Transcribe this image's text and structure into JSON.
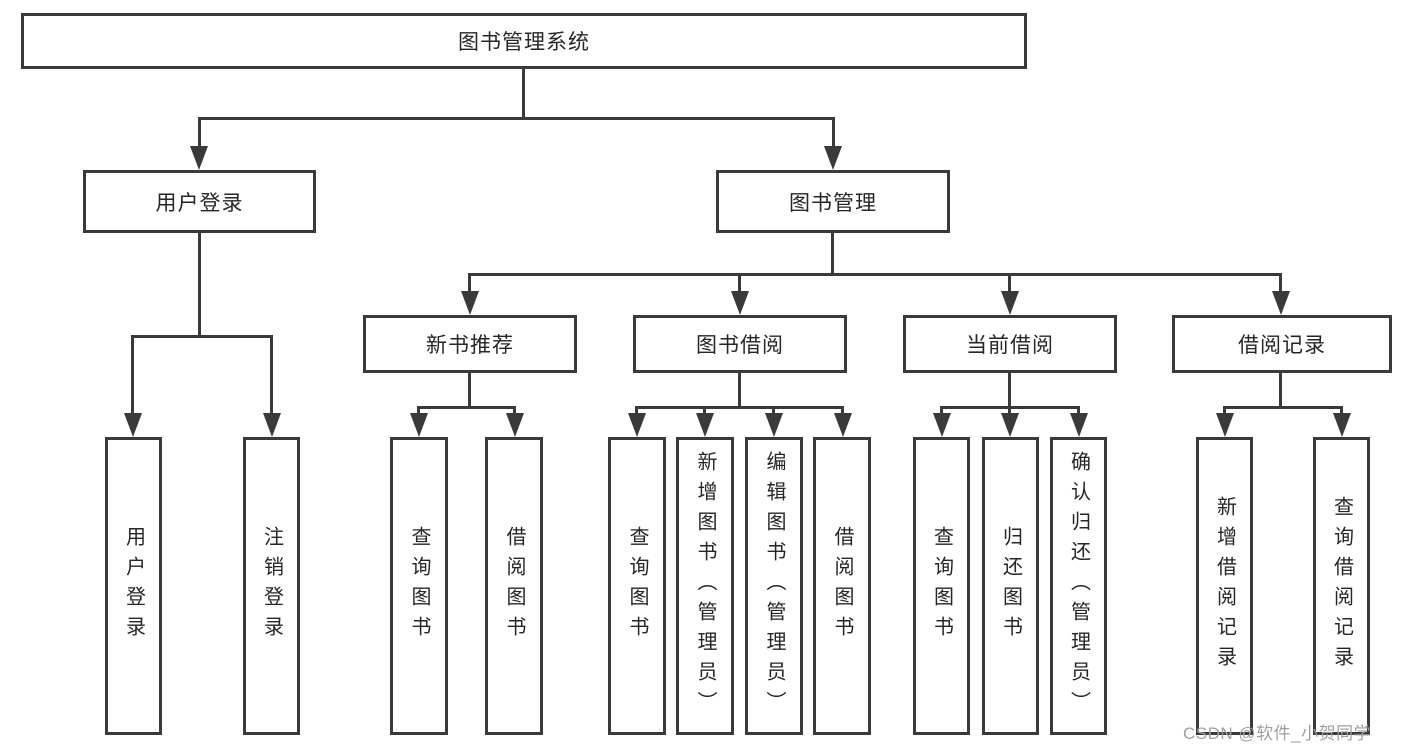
{
  "diagram": {
    "type": "hierarchy-tree",
    "root": {
      "label": "图书管理系统"
    },
    "branches": [
      {
        "label": "用户登录",
        "children": [
          {
            "label": "用户登录"
          },
          {
            "label": "注销登录"
          }
        ]
      },
      {
        "label": "图书管理",
        "children": [
          {
            "label": "新书推荐",
            "children": [
              {
                "label": "查询图书"
              },
              {
                "label": "借阅图书"
              }
            ]
          },
          {
            "label": "图书借阅",
            "children": [
              {
                "label": "查询图书"
              },
              {
                "label": "新增图书（管理员）"
              },
              {
                "label": "编辑图书（管理员）"
              },
              {
                "label": "借阅图书"
              }
            ]
          },
          {
            "label": "当前借阅",
            "children": [
              {
                "label": "查询图书"
              },
              {
                "label": "归还图书"
              },
              {
                "label": "确认归还（管理员）"
              }
            ]
          },
          {
            "label": "借阅记录",
            "children": [
              {
                "label": "新增借阅记录"
              },
              {
                "label": "查询借阅记录"
              }
            ]
          }
        ]
      }
    ],
    "colors": {
      "line": "#3a3a3a",
      "text": "#262626",
      "watermark": "#a0a0a0",
      "background": "#ffffff"
    }
  },
  "watermark": {
    "text": "CSDN @软件_小贺同学"
  }
}
